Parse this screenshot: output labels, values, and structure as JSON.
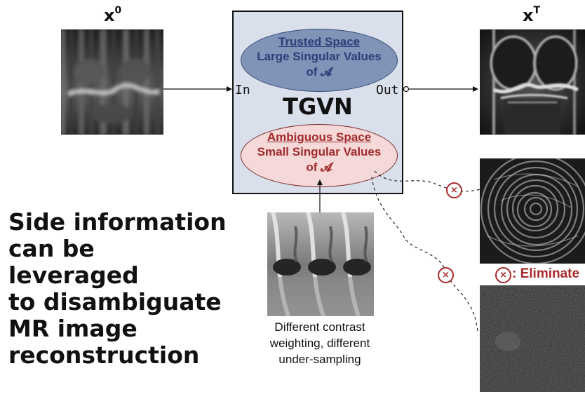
{
  "input_label": {
    "base": "x",
    "sup": "0"
  },
  "output_label": {
    "base": "x",
    "sup": "T"
  },
  "tgvn": {
    "title": "TGVN",
    "in_port": "In",
    "out_port": "Out",
    "trusted": {
      "title": "Trusted Space",
      "line1": "Large Singular Values",
      "line2": "of 𝓐"
    },
    "ambiguous": {
      "title": "Ambiguous Space",
      "line1": "Small Singular Values",
      "line2": "of 𝓐"
    }
  },
  "side_info_text": [
    "Side information",
    "can be leveraged",
    "to disambiguate",
    "MR image",
    "reconstruction"
  ],
  "side_caption": [
    "Different contrast",
    "weighting, different",
    "under-sampling"
  ],
  "eliminate_label": ": Eliminate",
  "eliminate_symbol": "×",
  "colors": {
    "trusted": "#2f3d7a",
    "ambiguous": "#a22a2c",
    "box": "#d9e0ec"
  }
}
